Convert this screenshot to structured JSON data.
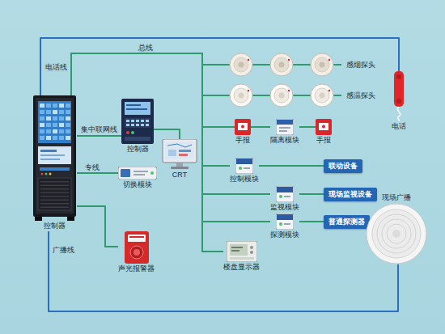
{
  "diagram": {
    "nodes": [
      {
        "text": [
          "控制器"
        ]
      },
      {
        "text": [
          "控制器"
        ]
      },
      {
        "text": [
          "CRT"
        ]
      },
      {
        "text": [
          "切换模块"
        ]
      },
      {
        "text": [
          "声光报警器"
        ]
      },
      {
        "text": [
          "感烟探头"
        ]
      },
      {
        "text": [
          "感温探头"
        ]
      },
      {
        "text": [
          "手报"
        ]
      },
      {
        "text": [
          "隔离模块"
        ]
      },
      {
        "text": [
          "手报"
        ]
      },
      {
        "text": [
          "控制模块"
        ]
      },
      {
        "text": [
          "联动设备"
        ]
      },
      {
        "text": [
          "监视模块"
        ]
      },
      {
        "text": [
          "现场监视设备"
        ]
      },
      {
        "text": [
          "探测模块"
        ]
      },
      {
        "text": [
          "普通探测器"
        ]
      },
      {
        "text": [
          "楼盘显示器"
        ]
      },
      {
        "text": [
          "电话"
        ]
      },
      {
        "text": [
          "现场广播"
        ]
      }
    ],
    "edges": [
      {
        "from": 0,
        "to": 17,
        "label": "电话线",
        "arrow": "none"
      },
      {
        "from": 0,
        "to": 5,
        "label": "总线",
        "arrow": "none"
      },
      {
        "from": 0,
        "to": 6,
        "arrow": "none"
      },
      {
        "from": 0,
        "to": 7,
        "arrow": "none"
      },
      {
        "from": 7,
        "to": 8,
        "arrow": "none"
      },
      {
        "from": 8,
        "to": 9,
        "arrow": "none"
      },
      {
        "from": 0,
        "to": 10,
        "arrow": "none"
      },
      {
        "from": 10,
        "to": 11,
        "arrow": "none"
      },
      {
        "from": 0,
        "to": 12,
        "arrow": "none"
      },
      {
        "from": 12,
        "to": 13,
        "arrow": "none"
      },
      {
        "from": 0,
        "to": 14,
        "arrow": "none"
      },
      {
        "from": 14,
        "to": 15,
        "arrow": "none"
      },
      {
        "from": 0,
        "to": 16,
        "arrow": "none"
      },
      {
        "from": 0,
        "to": 1,
        "label": "集中联网线",
        "arrow": "none"
      },
      {
        "from": 1,
        "to": 2,
        "arrow": "none"
      },
      {
        "from": 0,
        "to": 3,
        "label": "专线",
        "arrow": "none"
      },
      {
        "from": 0,
        "to": 4,
        "arrow": "none"
      },
      {
        "from": 0,
        "to": 18,
        "label": "广播线",
        "arrow": "none"
      }
    ]
  }
}
